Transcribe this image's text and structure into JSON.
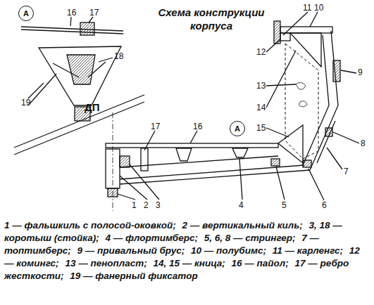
{
  "diagram": {
    "title": "Схема конструкции корпуса",
    "nodes": [
      {
        "text": [
          "А"
        ]
      },
      {
        "text": [
          "А"
        ]
      }
    ],
    "labels": [
      "16",
      "17",
      "18",
      "19",
      "11",
      "10",
      "12",
      "9",
      "13",
      "14",
      "15",
      "8",
      "ДП",
      "17",
      "16",
      "7",
      "1",
      "2",
      "3",
      "4",
      "5",
      "6",
      "1 — фальшкиль с полосой-оковкой;",
      "2 — вертикальный киль;",
      "3, 18 — коротыш (стойка);",
      "4 — флортимберс;",
      "5, 6, 8 — стрингер;",
      "7 — топтимберс;",
      "9 — привальный брус;",
      "10 — полубимс;",
      "11 — карленгс;",
      "12 — комингс;",
      "13 — пенопласт;",
      "14, 15 — кница;",
      "16 — пайол;",
      "17 — ребро жесткости;",
      "19 — фанерный фиксатор"
    ]
  }
}
